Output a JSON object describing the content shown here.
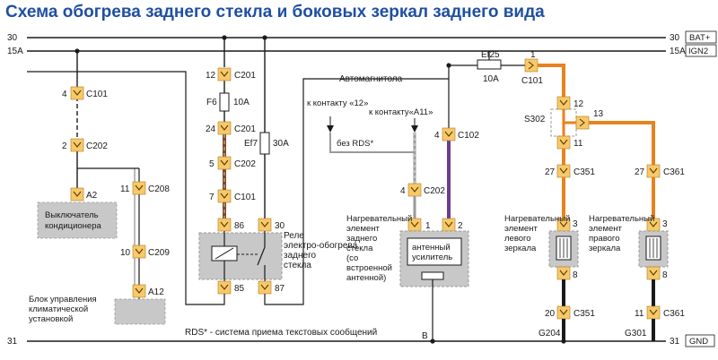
{
  "title": "Схема обогрева заднего стекла и боковых зеркал заднего вида",
  "buses": {
    "bus30_left": "30",
    "bus15a_left": "15A",
    "bus31_left": "31",
    "bus30_right": "30",
    "bus15a_right": "15A",
    "bus31_right": "31",
    "bat_label": "BAT+",
    "ign_label": "IGN2",
    "gnd_label": "GND"
  },
  "connectors": {
    "c101_a": {
      "pin": "4",
      "name": "C101"
    },
    "c202_a": {
      "pin": "2",
      "name": "C202"
    },
    "a2": {
      "name": "A2"
    },
    "c208": {
      "pin": "11",
      "name": "C208"
    },
    "c209": {
      "pin": "10",
      "name": "C209"
    },
    "a12": {
      "name": "A12"
    },
    "c201_top": {
      "pin": "12",
      "name": "C201"
    },
    "c201_bot": {
      "pin": "24",
      "name": "C201"
    },
    "c202_b": {
      "pin": "5",
      "name": "C202"
    },
    "c101_b": {
      "pin": "7",
      "name": "C101"
    },
    "r86": {
      "name": "86"
    },
    "r30": {
      "name": "30"
    },
    "r85": {
      "name": "85"
    },
    "r87": {
      "name": "87"
    },
    "c102": {
      "pin": "4",
      "name": "C102"
    },
    "c202_c": {
      "pin": "4",
      "name": "C202"
    },
    "ant1": {
      "name": "1"
    },
    "ant2": {
      "name": "2"
    },
    "c101_c": {
      "pin": "1",
      "name": "C101"
    },
    "s302_12": {
      "name": "12"
    },
    "s302_13": {
      "name": "13"
    },
    "s302_11": {
      "name": "11"
    },
    "c351_top": {
      "pin": "27",
      "name": "C351"
    },
    "c361_top": {
      "pin": "27",
      "name": "C361"
    },
    "ml3": {
      "name": "3"
    },
    "ml8": {
      "name": "8"
    },
    "mr3": {
      "name": "3"
    },
    "mr8": {
      "name": "8"
    },
    "c351_bot": {
      "pin": "20",
      "name": "C351"
    },
    "c361_bot": {
      "pin": "11",
      "name": "C361"
    }
  },
  "fuses": {
    "f6_name": "F6",
    "f6_rating": "10A",
    "ef7_name": "Ef7",
    "ef7_rating": "30A",
    "ef25_name": "Ef25",
    "ef25_rating": "10A"
  },
  "labels": {
    "ac_switch": "Выключатель кондиционера",
    "climate_unit": "Блок управления климатической установкой",
    "relay": "Реле электро-обогрева заднего стекла",
    "radio": "Автомагнитола",
    "contact12": "к контакту «12»",
    "contactA11": "к контакту«А11»",
    "no_rds": "без RDS*",
    "heater_glass": "Нагревательный элемент заднего стекла (со встроенной антенной)",
    "antenna_amp": "антенный усилитель",
    "s302": "S302",
    "left_mirror": "Нагревательный элемент левого зеркала",
    "right_mirror": "Нагревательный элемент правого зеркала",
    "rds_note": "RDS* - система приема текстовых сообщений",
    "b_point": "B",
    "g204": "G204",
    "g301": "G301"
  },
  "colors": {
    "title": "#1f4fa3",
    "wire_orange": "#e8821e",
    "wire_violet": "#6a3d8f",
    "wire_brown": "#7a4a2a",
    "wire_black": "#1a1a1a",
    "wire_gray": "#9a9a9a",
    "component_gray": "#c8c8c8",
    "connector_fill": "#f7c96a"
  }
}
